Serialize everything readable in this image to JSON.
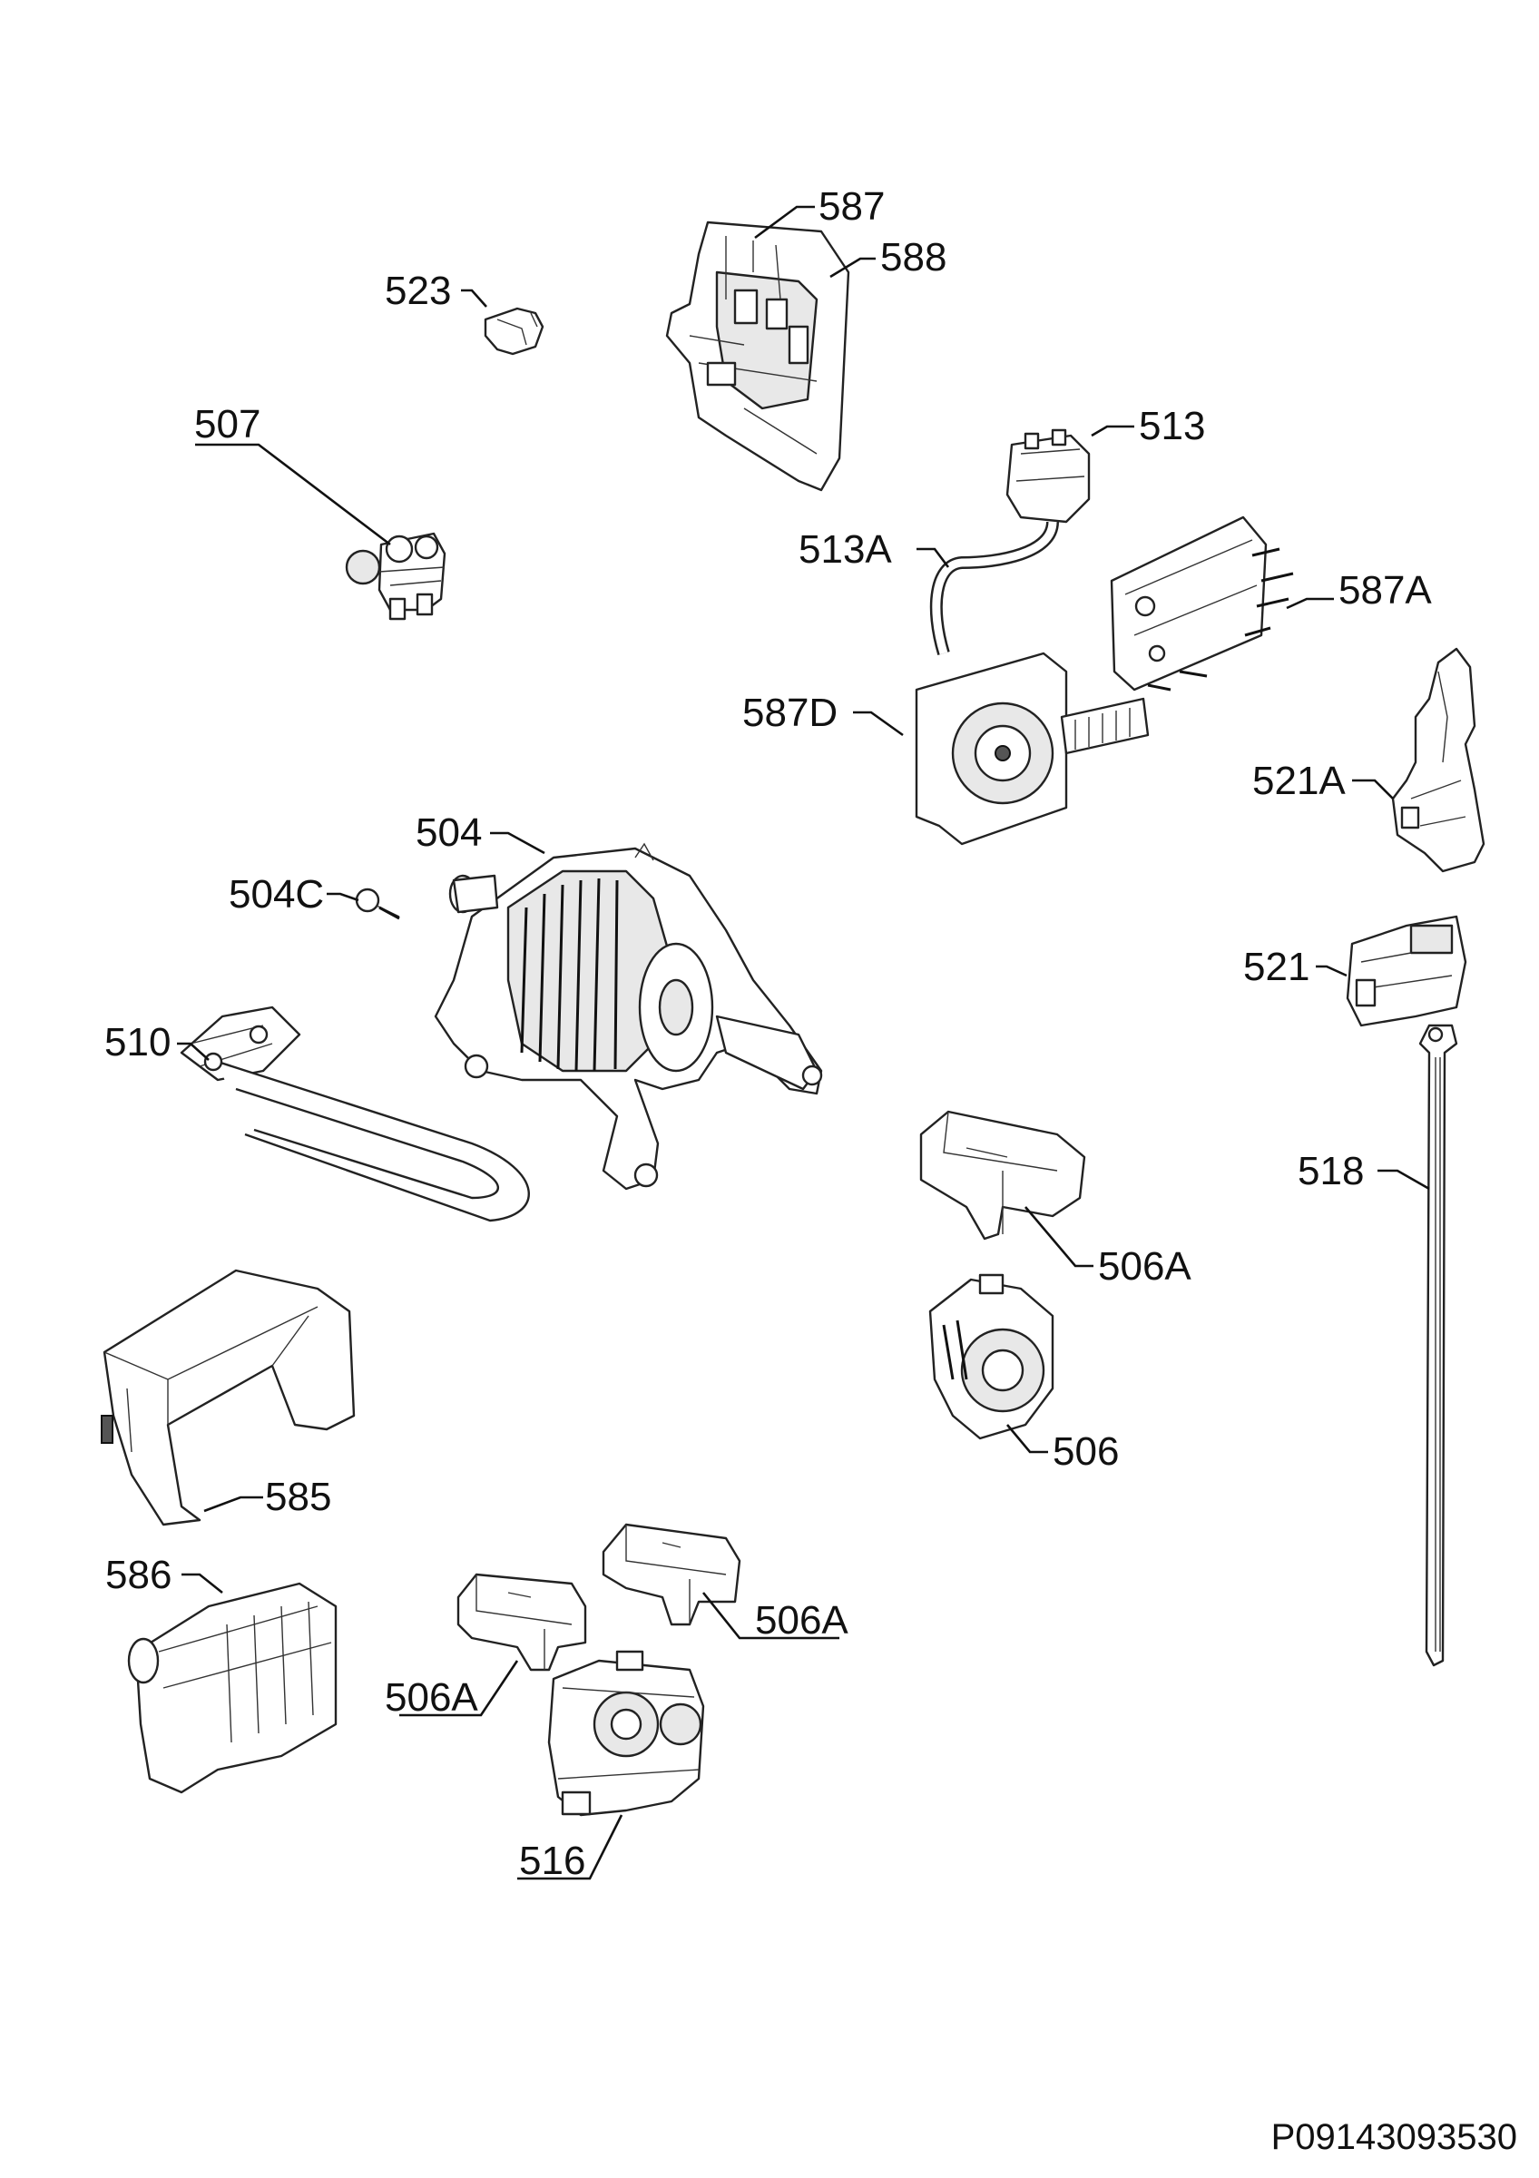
{
  "labels": {
    "l587": "587",
    "l588": "588",
    "l523": "523",
    "l507": "507",
    "l513": "513",
    "l513A": "513A",
    "l587A": "587A",
    "l587D": "587D",
    "l521A": "521A",
    "l504": "504",
    "l504C": "504C",
    "l521": "521",
    "l510": "510",
    "l518": "518",
    "l506A_1": "506A",
    "l506": "506",
    "l585": "585",
    "l586": "586",
    "l506A_2": "506A",
    "l506A_3": "506A",
    "l516": "516"
  },
  "drawing_code": "P09143093530"
}
